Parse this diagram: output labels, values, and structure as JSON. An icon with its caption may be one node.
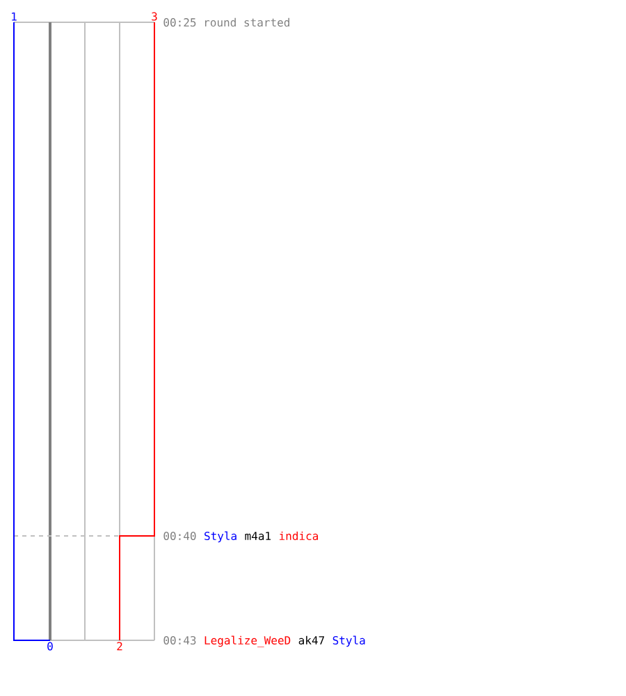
{
  "diagram": {
    "labels": [
      "1",
      "3",
      "00:25 round started",
      "00:40",
      "Styla",
      "m4a1",
      "indica",
      "0",
      "2",
      "00:43",
      "Legalize_WeeD",
      "ak47",
      "Styla"
    ]
  }
}
